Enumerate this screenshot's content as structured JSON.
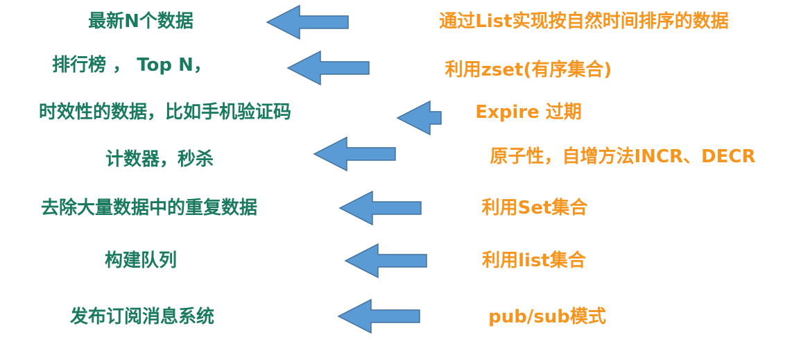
{
  "rows": [
    {
      "use_case": "最新N个数据",
      "method": "通过List实现按自然时间排序的数据"
    },
    {
      "use_case": "排行榜 ， Top N，",
      "method": "利用zset(有序集合)"
    },
    {
      "use_case": "时效性的数据，比如手机验证码",
      "method": "Expire 过期"
    },
    {
      "use_case": "计数器，秒杀",
      "method": "原子性，自增方法INCR、DECR"
    },
    {
      "use_case": "去除大量数据中的重复数据",
      "method": "利用Set集合"
    },
    {
      "use_case": "构建队列",
      "method": "利用list集合"
    },
    {
      "use_case": "发布订阅消息系统",
      "method": "pub/sub模式"
    }
  ],
  "colors": {
    "use_case_text": "#1a7a5e",
    "method_text": "#f7941d",
    "arrow_fill": "#5b9bd5",
    "arrow_stroke": "#41719c"
  }
}
